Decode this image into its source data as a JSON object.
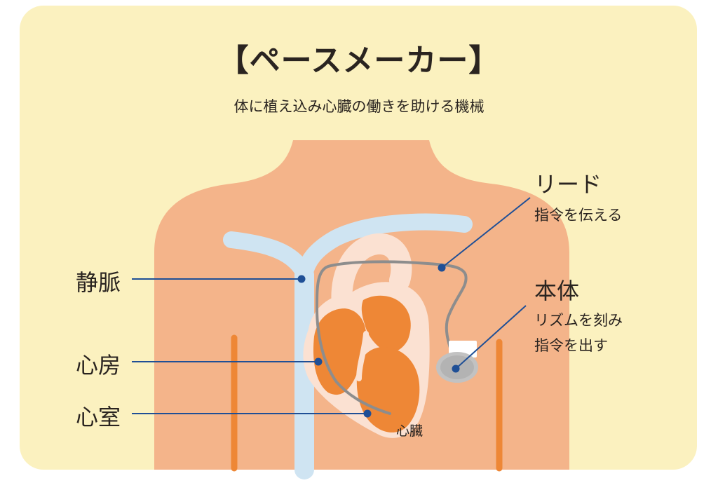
{
  "title": "【ペースメーカー】",
  "subtitle": "体に植え込み心臓の働きを助ける機械",
  "labels": {
    "vein": "静脈",
    "atrium": "心房",
    "ventricle": "心室",
    "heart": "心臓",
    "lead": "リード",
    "lead_desc": "指令を伝える",
    "body": "本体",
    "body_desc_1": "リズムを刻み",
    "body_desc_2": "指令を出す"
  },
  "colors": {
    "background": "#fbf1bf",
    "skin": "#f4b48a",
    "vein": "#cfe4f2",
    "heart_outer": "#fbe1d2",
    "heart_muscle": "#ee8736",
    "lead_wire": "#8d8d8d",
    "device": "#c2c2c2",
    "pointer": "#1f4f96"
  }
}
